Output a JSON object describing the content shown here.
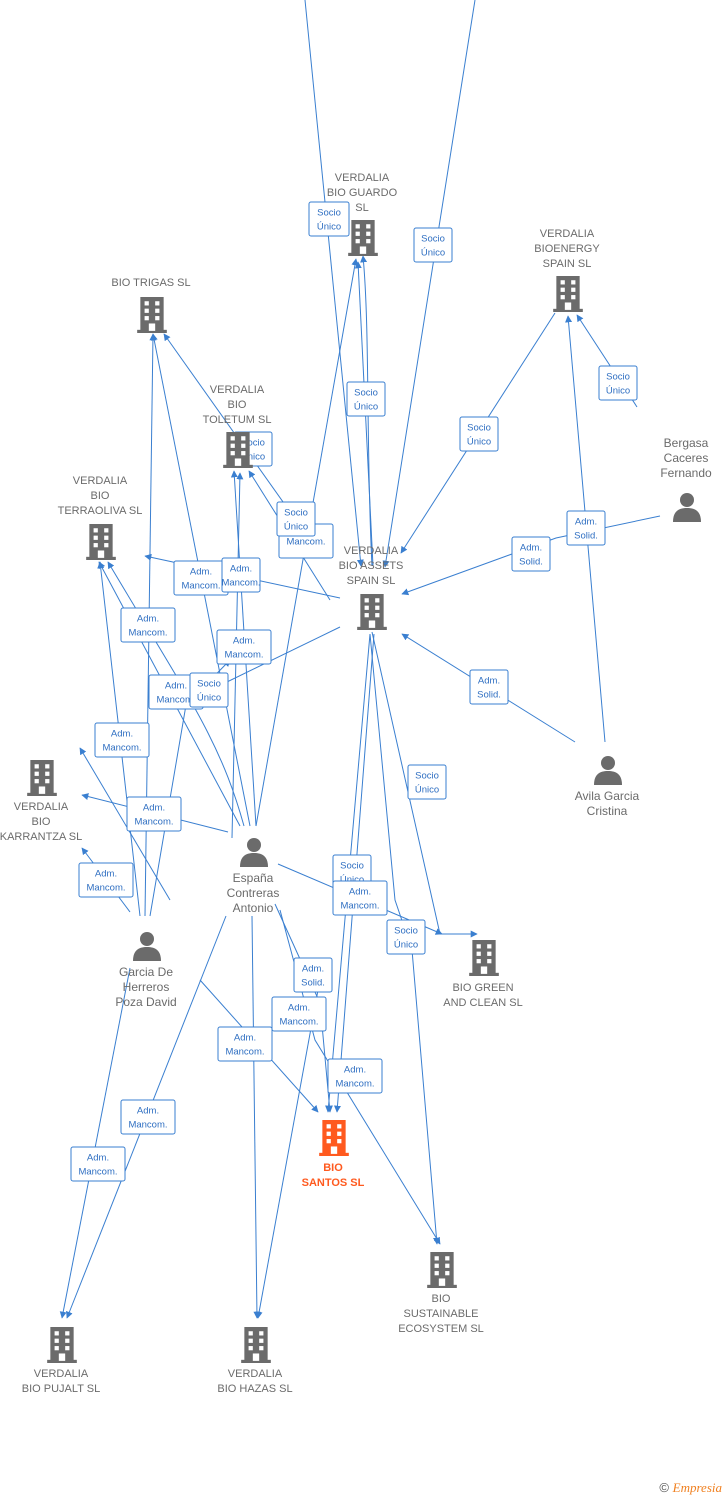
{
  "colors": {
    "edge": "#3a7fd0",
    "company": "#6b6b6b",
    "focus_company": "#ff5a1f",
    "person": "#6b6b6b"
  },
  "nodes": {
    "verdalia_bio_guardo": {
      "kind": "company",
      "lines": [
        "VERDALIA",
        "BIO GUARDO",
        "SL"
      ]
    },
    "verdalia_bioenergy": {
      "kind": "company",
      "lines": [
        "VERDALIA",
        "BIOENERGY",
        "SPAIN  SL"
      ]
    },
    "bio_trigas": {
      "kind": "company",
      "lines": [
        "BIO TRIGAS  SL"
      ]
    },
    "verdalia_bio_toletum": {
      "kind": "company",
      "lines": [
        "VERDALIA",
        "BIO",
        "TOLETUM  SL"
      ]
    },
    "verdalia_bio_terraoliva": {
      "kind": "company",
      "lines": [
        "VERDALIA",
        "BIO",
        "TERRAOLIVA  SL"
      ]
    },
    "verdalia_bio_assets": {
      "kind": "company",
      "lines": [
        "VERDALIA",
        "BIO ASSETS",
        "SPAIN  SL"
      ]
    },
    "verdalia_bio_karrantza": {
      "kind": "company",
      "lines": [
        "VERDALIA",
        "BIO",
        "KARRANTZA  SL"
      ]
    },
    "bio_green": {
      "kind": "company",
      "lines": [
        "BIO GREEN",
        "AND CLEAN  SL"
      ]
    },
    "bio_santos": {
      "kind": "focus",
      "lines": [
        "BIO",
        "SANTOS  SL"
      ]
    },
    "bio_sustainable": {
      "kind": "company",
      "lines": [
        "BIO",
        "SUSTAINABLE",
        "ECOSYSTEM  SL"
      ]
    },
    "verdalia_bio_pujalt": {
      "kind": "company",
      "lines": [
        "VERDALIA",
        "BIO PUJALT  SL"
      ]
    },
    "verdalia_bio_hazas": {
      "kind": "company",
      "lines": [
        "VERDALIA",
        "BIO HAZAS  SL"
      ]
    },
    "bergasa": {
      "kind": "person",
      "lines": [
        "Bergasa",
        "Caceres",
        "Fernando"
      ]
    },
    "avila": {
      "kind": "person",
      "lines": [
        "Avila Garcia",
        "Cristina"
      ]
    },
    "espana": {
      "kind": "person",
      "lines": [
        "España",
        "Contreras",
        "Antonio"
      ]
    },
    "garcia": {
      "kind": "person",
      "lines": [
        "Garcia De",
        "Herreros",
        "Poza David"
      ]
    }
  },
  "relations": [
    {
      "lines": [
        "Socio",
        "Único"
      ]
    },
    {
      "lines": [
        "Socio",
        "Único"
      ]
    },
    {
      "lines": [
        "Socio",
        "Único"
      ]
    },
    {
      "lines": [
        "Socio",
        "Único"
      ]
    },
    {
      "lines": [
        "Adm.",
        "Solid."
      ]
    },
    {
      "lines": [
        "Socio",
        "Único"
      ]
    },
    {
      "lines": [
        "Adm.",
        "Solid."
      ]
    },
    {
      "lines": [
        "Adm.",
        "Solid."
      ]
    },
    {
      "lines": [
        "Socio",
        "Único"
      ]
    },
    {
      "lines": [
        "Mancom."
      ]
    },
    {
      "lines": [
        "Adm.",
        "Mancom."
      ]
    },
    {
      "lines": [
        "Socio",
        "Único"
      ]
    },
    {
      "lines": [
        "Adm.",
        "Mancom."
      ]
    },
    {
      "lines": [
        "Adm.",
        "Mancom."
      ]
    },
    {
      "lines": [
        "Adm.",
        "Solid."
      ]
    },
    {
      "lines": [
        "Adm.",
        "Mancom."
      ]
    },
    {
      "lines": [
        "Adm.",
        "Mancom."
      ]
    },
    {
      "lines": [
        "Socio",
        "Único"
      ]
    },
    {
      "lines": [
        "Adm.",
        "Mancom."
      ]
    },
    {
      "lines": [
        "Adm.",
        "Mancom."
      ]
    },
    {
      "lines": [
        "Socio",
        "Único"
      ]
    },
    {
      "lines": [
        "Adm.",
        "Mancom."
      ]
    },
    {
      "lines": [
        "Socio",
        "Único"
      ]
    },
    {
      "lines": [
        "Socio",
        "Único"
      ]
    },
    {
      "lines": [
        "Adm.",
        "Mancom."
      ]
    },
    {
      "lines": [
        "Adm.",
        "Mancom."
      ]
    },
    {
      "lines": [
        "Adm.",
        "Mancom."
      ]
    },
    {
      "lines": [
        "Adm.",
        "Mancom."
      ]
    },
    {
      "lines": [
        "Adm.",
        "Mancom."
      ]
    },
    {
      "lines": [
        "Adm.",
        "Mancom."
      ]
    }
  ],
  "footer": {
    "copyright": "©",
    "brand": "Empresia"
  }
}
